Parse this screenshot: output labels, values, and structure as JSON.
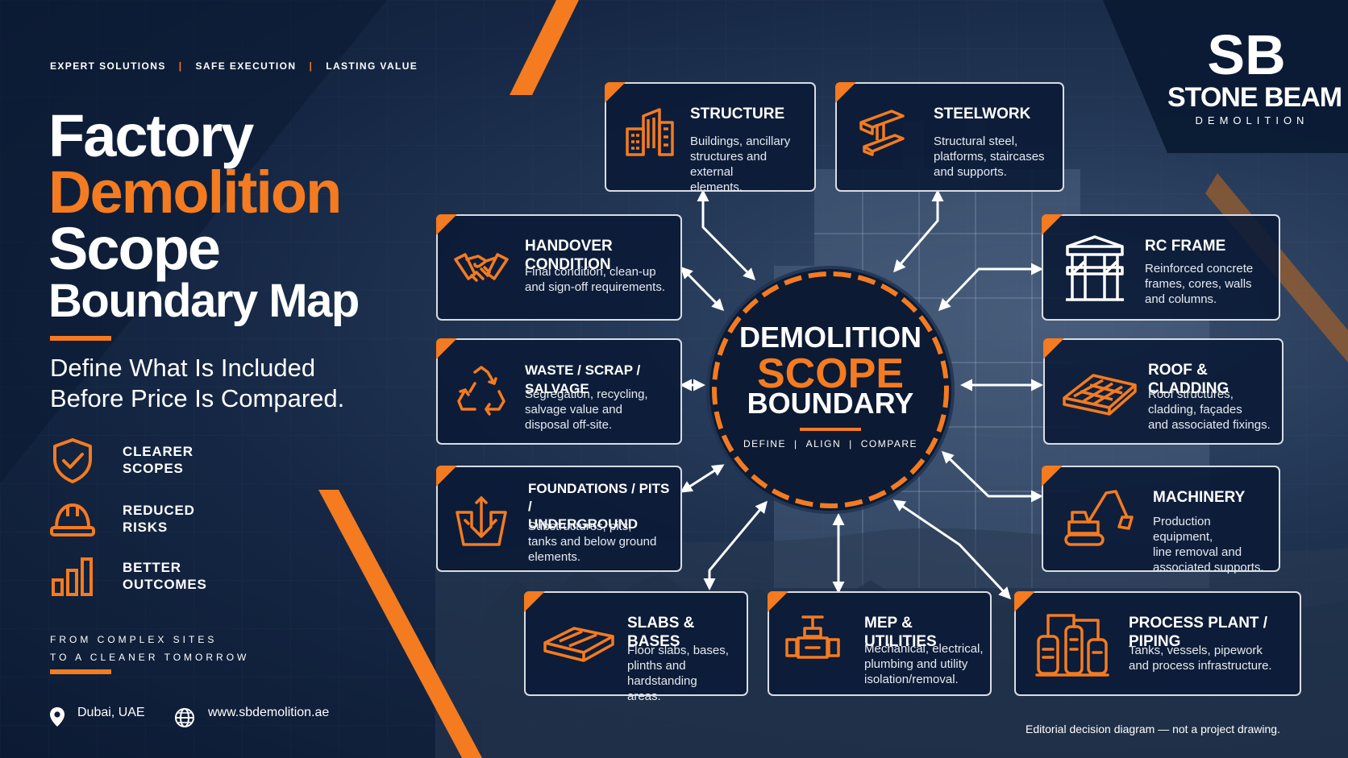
{
  "header": {
    "taglines": [
      "EXPERT SOLUTIONS",
      "SAFE EXECUTION",
      "LASTING VALUE"
    ],
    "separator": "|"
  },
  "title": {
    "line1": "Factory",
    "line2": "Demolition",
    "line3": "Scope",
    "line4": "Boundary Map"
  },
  "subtitle": {
    "line1": "Define What Is Included",
    "line2": "Before Price Is Compared."
  },
  "benefits": [
    {
      "line1": "CLEARER",
      "line2": "SCOPES",
      "icon": "shield-check-icon"
    },
    {
      "line1": "REDUCED",
      "line2": "RISKS",
      "icon": "hard-hat-icon"
    },
    {
      "line1": "BETTER",
      "line2": "OUTCOMES",
      "icon": "bar-chart-icon"
    }
  ],
  "footer_slogan": {
    "line1": "FROM COMPLEX SITES",
    "line2": "TO A CLEANER TOMORROW"
  },
  "contact": {
    "location": "Dubai, UAE",
    "website": "www.sbdemolition.ae"
  },
  "logo": {
    "monogram": "SB",
    "name": "STONE BEAM",
    "sub": "DEMOLITION"
  },
  "hub": {
    "line1": "DEMOLITION",
    "line2": "SCOPE",
    "line3": "BOUNDARY",
    "sub": [
      "DEFINE",
      "ALIGN",
      "COMPARE"
    ],
    "separator": "|"
  },
  "cards": {
    "structure": {
      "title": [
        "STRUCTURE"
      ],
      "desc": [
        "Buildings, ancillary",
        "structures and external",
        "elements."
      ],
      "icon": "buildings-icon"
    },
    "steelwork": {
      "title": [
        "STEELWORK"
      ],
      "desc": [
        "Structural steel,",
        "platforms, staircases",
        "and supports."
      ],
      "icon": "steel-beam-icon"
    },
    "handover": {
      "title": [
        "HANDOVER CONDITION"
      ],
      "desc": [
        "Final condition, clean-up",
        "and sign-off requirements."
      ],
      "icon": "handshake-icon"
    },
    "rcframe": {
      "title": [
        "RC FRAME"
      ],
      "desc": [
        "Reinforced concrete",
        "frames, cores, walls",
        "and columns."
      ],
      "icon": "concrete-frame-icon"
    },
    "waste": {
      "title": [
        "WASTE / SCRAP / SALVAGE"
      ],
      "desc": [
        "Segregation, recycling,",
        "salvage value and",
        "disposal off-site."
      ],
      "icon": "recycle-icon"
    },
    "roof": {
      "title": [
        "ROOF & CLADDING"
      ],
      "desc": [
        "Roof structures,",
        "cladding, façades",
        "and associated fixings."
      ],
      "icon": "roof-icon"
    },
    "foundations": {
      "title": [
        "FOUNDATIONS / PITS /",
        "UNDERGROUND"
      ],
      "desc": [
        "Substructures, pits,",
        "tanks and below ground",
        "elements."
      ],
      "icon": "foundation-icon"
    },
    "machinery": {
      "title": [
        "MACHINERY"
      ],
      "desc": [
        "Production equipment,",
        "line removal and",
        "associated supports."
      ],
      "icon": "excavator-icon"
    },
    "slabs": {
      "title": [
        "SLABS & BASES"
      ],
      "desc": [
        "Floor slabs, bases,",
        "plinths and hardstanding",
        "areas."
      ],
      "icon": "slab-icon"
    },
    "mep": {
      "title": [
        "MEP & UTILITIES"
      ],
      "desc": [
        "Mechanical, electrical,",
        "plumbing and utility",
        "isolation/removal."
      ],
      "icon": "valve-icon"
    },
    "process": {
      "title": [
        "PROCESS PLANT / PIPING"
      ],
      "desc": [
        "Tanks, vessels, pipework",
        "and process infrastructure."
      ],
      "icon": "process-plant-icon"
    }
  },
  "disclaimer": "Editorial decision diagram — not a project drawing.",
  "colors": {
    "accent": "#f47b20",
    "background": "#0c1a33",
    "card_border": "#d9dde4",
    "text": "#ffffff"
  }
}
